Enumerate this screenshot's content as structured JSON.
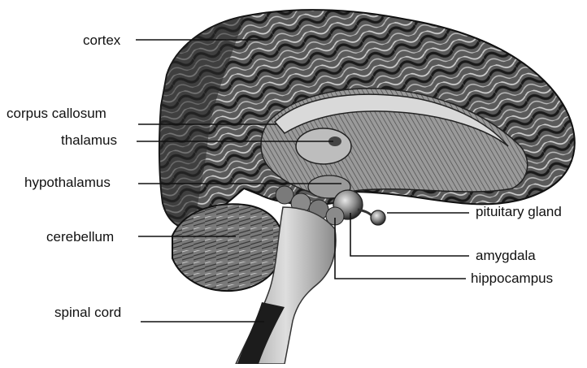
{
  "labels": {
    "cortex": "cortex",
    "corpus_callosum": "corpus callosum",
    "thalamus": "thalamus",
    "hypothalamus": "hypothalamus",
    "cerebellum": "cerebellum",
    "spinal_cord": "spinal cord",
    "pituitary_gland": "pituitary gland",
    "amygdala": "amygdala",
    "hippocampus": "hippocampus"
  },
  "colors": {
    "background": "#ffffff",
    "tissue_dark": "#1c1c1c",
    "tissue_mid": "#6e6e6e",
    "tissue_light": "#cfcfcf",
    "leader_line": "#111111"
  }
}
